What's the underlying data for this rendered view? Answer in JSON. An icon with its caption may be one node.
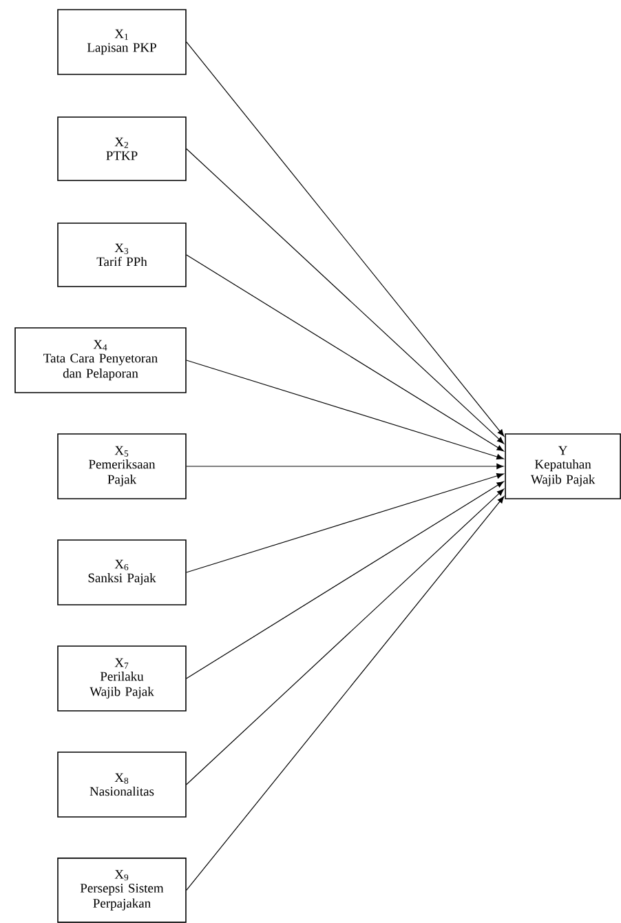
{
  "diagram": {
    "nodes": [
      {
        "text": [
          "X$_{1}$",
          "Lapisan PKP"
        ]
      },
      {
        "text": [
          "X$_{2}$",
          "PTKP"
        ]
      },
      {
        "text": [
          "X$_{3}$",
          "Tarif PPh"
        ]
      },
      {
        "text": [
          "X$_{4}$",
          "Tata Cara Penyetoran dan Pelaporan"
        ]
      },
      {
        "text": [
          "X$_{5}$",
          "Pemeriksaan Pajak"
        ]
      },
      {
        "text": [
          "X$_{6}$",
          "Sanksi Pajak"
        ]
      },
      {
        "text": [
          "X$_{7}$",
          "Perilaku Wajib Pajak"
        ]
      },
      {
        "text": [
          "X$_{8}$",
          "Nasionalitas"
        ]
      },
      {
        "text": [
          "X$_{9}$",
          "Persepsi Sistem Perpajakan"
        ]
      },
      {
        "text": [
          "Y",
          "Kepatuhan Wajib Pajak"
        ]
      }
    ],
    "edges": [
      {
        "from": 0,
        "to": 9,
        "arrow": "to"
      },
      {
        "from": 1,
        "to": 9,
        "arrow": "to"
      },
      {
        "from": 2,
        "to": 9,
        "arrow": "to"
      },
      {
        "from": 3,
        "to": 9,
        "arrow": "to"
      },
      {
        "from": 4,
        "to": 9,
        "arrow": "to"
      },
      {
        "from": 5,
        "to": 9,
        "arrow": "to"
      },
      {
        "from": 6,
        "to": 9,
        "arrow": "to"
      },
      {
        "from": 7,
        "to": 9,
        "arrow": "to"
      },
      {
        "from": 8,
        "to": 9,
        "arrow": "to"
      }
    ]
  }
}
